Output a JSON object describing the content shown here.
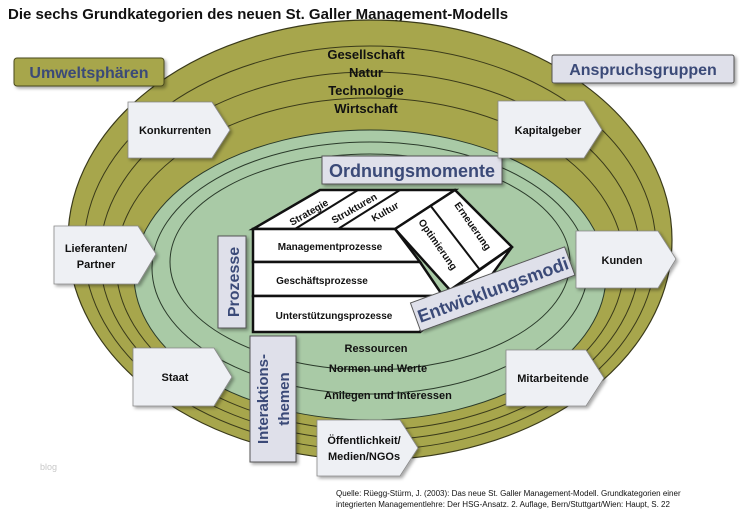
{
  "title": "Die sechs Grundkategorien des neuen St. Galler Management-Modells",
  "header_labels": {
    "umweltsphaeren": "Umweltsphären",
    "anspruchsgruppen": "Anspruchsgruppen"
  },
  "environment_spheres": [
    "Gesellschaft",
    "Natur",
    "Technologie",
    "Wirtschaft"
  ],
  "ordnungsmomente": {
    "title": "Ordnungsmomente",
    "items": [
      "Strategie",
      "Strukturen",
      "Kultur"
    ]
  },
  "prozesse": {
    "title": "Prozesse",
    "items": [
      "Managementprozesse",
      "Geschäftsprozesse",
      "Unterstützungsprozesse"
    ]
  },
  "entwicklungsmodi": {
    "title": "Entwicklungsmodi",
    "items": [
      "Optimierung",
      "Erneuerung"
    ]
  },
  "interaktionsthemen": {
    "title_line1": "Interaktions-",
    "title_line2": "themen",
    "items": [
      "Ressourcen",
      "Normen und Werte",
      "Anilegen und Interessen"
    ]
  },
  "stakeholders": {
    "konkurrenten": "Konkurrenten",
    "kapitalgeber": "Kapitalgeber",
    "lieferanten_line1": "Lieferanten/",
    "lieferanten_line2": "Partner",
    "kunden": "Kunden",
    "staat": "Staat",
    "mitarbeitende": "Mitarbeitende",
    "oeffentlichkeit_line1": "Öffentlichkeit/",
    "oeffentlichkeit_line2": "Medien/NGOs"
  },
  "watermark": "blog",
  "source_line1": "Quelle: Rüegg-Stürm, J. (2003): Das neue St. Galler Management-Modell. Grundkategorien einer",
  "source_line2": "integrierten Managementlehre: Der HSG-Ansatz. 2. Auflage, Bern/Stuttgart/Wien: Haupt, S. 22",
  "colors": {
    "outer_olive": "#a7a64c",
    "inner_green": "#a9caa6",
    "label_box": "#dfe0ea",
    "blue_text": "#3b4a78",
    "arrow_box": "#eef0f4"
  }
}
